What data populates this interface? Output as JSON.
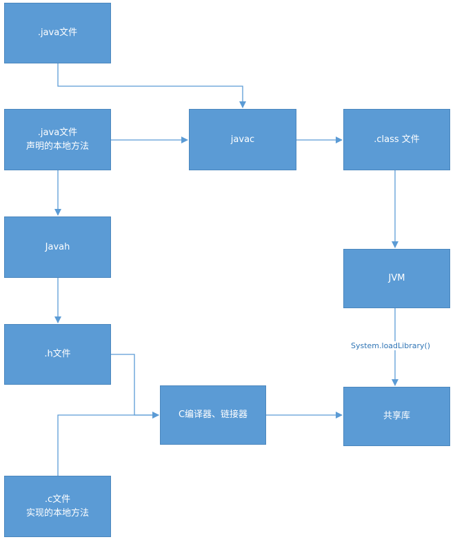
{
  "nodes": {
    "java_file": {
      "lines": [
        ".java文件"
      ]
    },
    "java_native": {
      "lines": [
        ".java文件",
        "声明的本地方法"
      ]
    },
    "javac": {
      "lines": [
        "javac"
      ]
    },
    "class_file": {
      "lines": [
        ".class 文件"
      ]
    },
    "javah": {
      "lines": [
        "Javah"
      ]
    },
    "jvm": {
      "lines": [
        "JVM"
      ]
    },
    "h_file": {
      "lines": [
        ".h文件"
      ]
    },
    "compiler": {
      "lines": [
        "C编译器、链接器"
      ]
    },
    "shared_lib": {
      "lines": [
        "共享库"
      ]
    },
    "c_file": {
      "lines": [
        ".c文件",
        "实现的本地方法"
      ]
    }
  },
  "edges": {
    "load_library_label": "System.loadLibrary()"
  },
  "colors": {
    "box_fill": "#5b9bd5",
    "box_border": "#4a86bd",
    "arrow": "#5b9bd5",
    "text": "#ffffff",
    "label_text": "#2e74b5"
  }
}
